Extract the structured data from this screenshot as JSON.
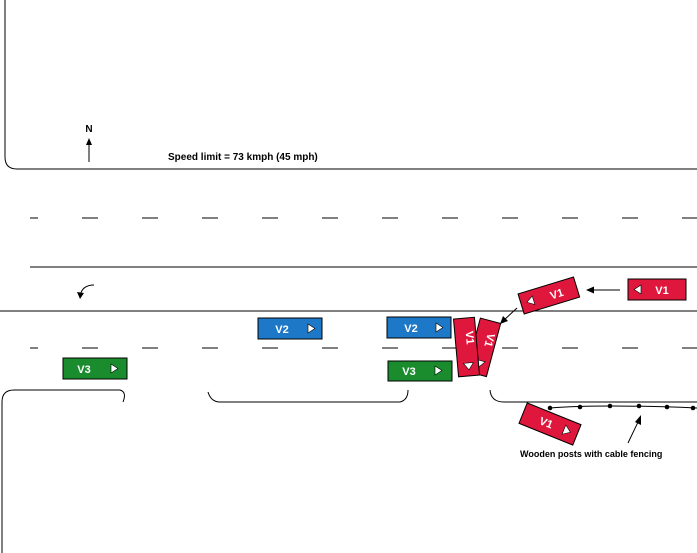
{
  "north_label": "N",
  "speed_limit": "Speed limit = 73 kmph (45 mph)",
  "fence_label": "Wooden posts with cable fencing",
  "colors": {
    "v1": "#e0173c",
    "v2": "#1e78c8",
    "v3": "#1a8c2e",
    "line": "#000000"
  },
  "vehicles": {
    "v1": "V1",
    "v2": "V2",
    "v3": "V3"
  },
  "icons": [
    "north-arrow-icon",
    "turn-arrow-icon",
    "direction-triangle-icon"
  ]
}
